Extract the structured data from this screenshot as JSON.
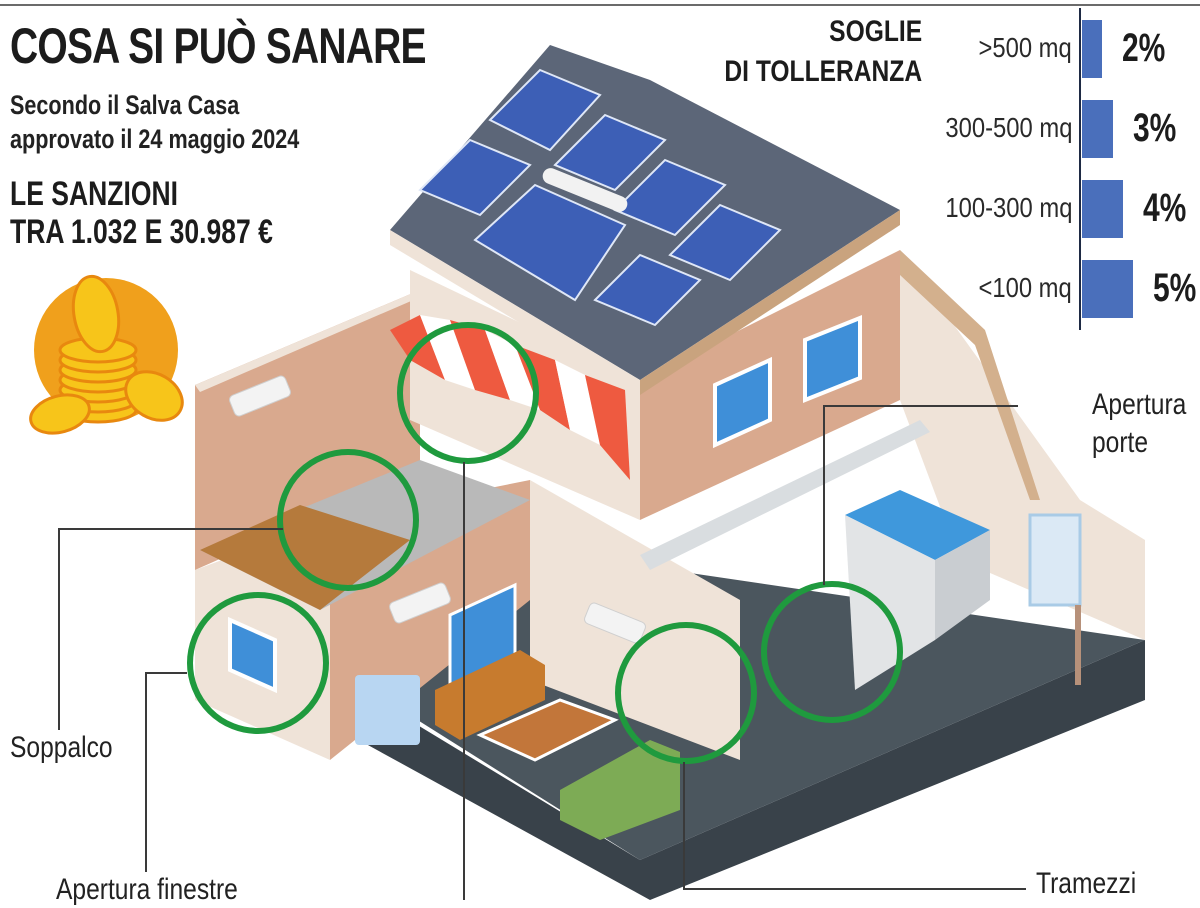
{
  "header": {
    "title": "COSA SI PUÒ SANARE",
    "subtitle_line1": "Secondo il Salva Casa",
    "subtitle_line2": "approvato il 24 maggio 2024",
    "sanctions_title": "LE SANZIONI",
    "sanctions_range": "TRA 1.032 E 30.987 €"
  },
  "icons": {
    "coins": "coins-stack-icon"
  },
  "colors": {
    "bar": "#4a6fbb",
    "highlight_circle": "#1f9a3e",
    "axis": "#1e2a44",
    "wall_peach": "#d9a98e",
    "wall_cream": "#efe3d8",
    "floor": "#4b565e",
    "roof": "#5c6678",
    "solar": "#3d5fb6",
    "awning_red": "#ee5a40",
    "coin_bg": "#f0a01c",
    "coin": "#f7c51a"
  },
  "chart_data": {
    "type": "bar",
    "orientation": "horizontal",
    "title": "SOGLIE DI TOLLERANZA",
    "title_line1": "SOGLIE",
    "title_line2": "DI TOLLERANZA",
    "categories": [
      ">500 mq",
      "300-500 mq",
      "100-300 mq",
      "<100 mq"
    ],
    "values": [
      2,
      3,
      4,
      5
    ],
    "value_labels": [
      "2%",
      "3%",
      "4%",
      "5%"
    ],
    "unit": "%",
    "xlabel": "",
    "ylabel": "",
    "xlim": [
      0,
      5
    ],
    "grid": false,
    "legend": null
  },
  "callouts": {
    "soppalco": "Soppalco",
    "apertura_finestre": "Apertura finestre",
    "apertura_porte_line1": "Apertura",
    "apertura_porte_line2": "porte",
    "tramezzi": "Tramezzi"
  }
}
